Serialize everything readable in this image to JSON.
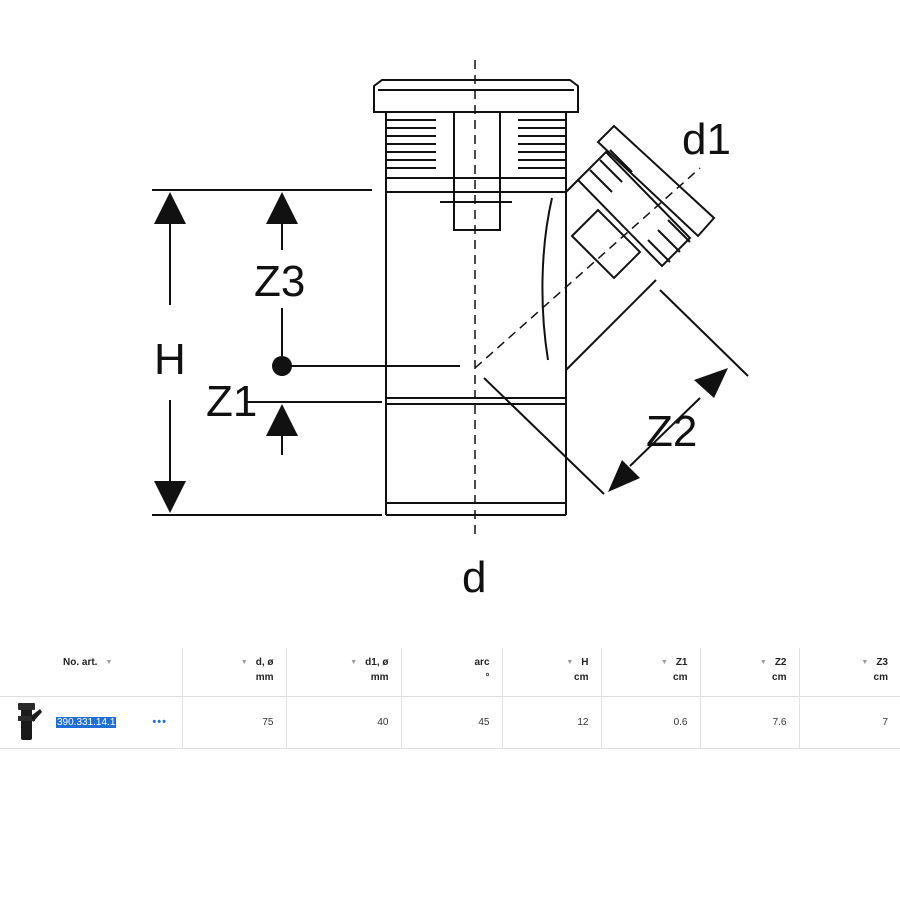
{
  "drawing": {
    "labels": {
      "d1": "d1",
      "d": "d",
      "H": "H",
      "Z1": "Z1",
      "Z2": "Z2",
      "Z3": "Z3"
    }
  },
  "table": {
    "columns": [
      {
        "label": "No. art.",
        "unit": ""
      },
      {
        "label": "d, ø",
        "unit": "mm"
      },
      {
        "label": "d1, ø",
        "unit": "mm"
      },
      {
        "label": "arc",
        "unit": "°"
      },
      {
        "label": "H",
        "unit": "cm"
      },
      {
        "label": "Z1",
        "unit": "cm"
      },
      {
        "label": "Z2",
        "unit": "cm"
      },
      {
        "label": "Z3",
        "unit": "cm"
      }
    ],
    "rows": [
      {
        "art": "390.331.14.1",
        "more": "•••",
        "d": "75",
        "d1": "40",
        "arc": "45",
        "H": "12",
        "Z1": "0.6",
        "Z2": "7.6",
        "Z3": "7"
      }
    ]
  }
}
